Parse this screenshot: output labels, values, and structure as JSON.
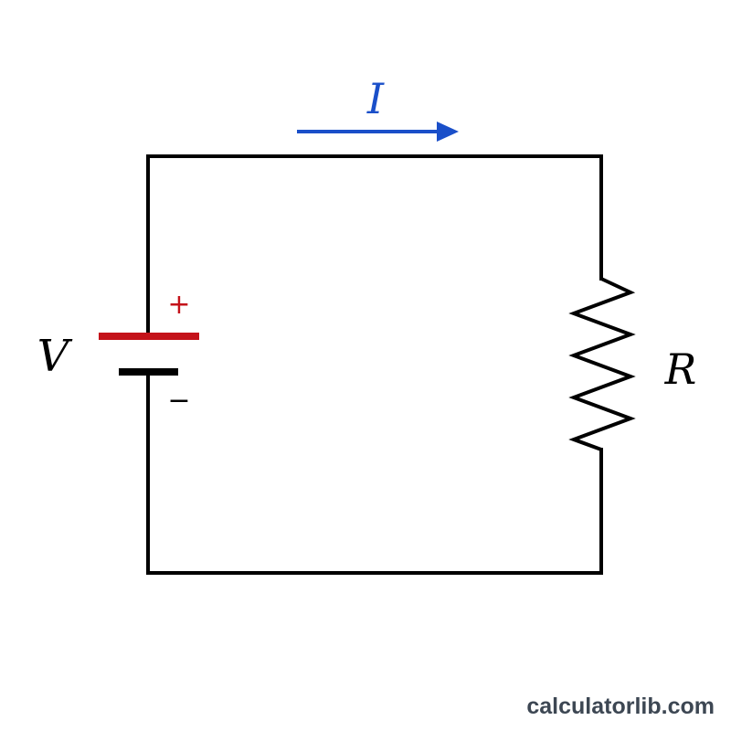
{
  "labels": {
    "current": "I",
    "voltage": "V",
    "resistance": "R",
    "plus_sign": "+",
    "minus_sign": "−"
  },
  "watermark": "calculatorlib.com",
  "colors": {
    "wire": "#000000",
    "positive_terminal": "#c4121a",
    "current_arrow": "#1a4fc9",
    "watermark": "#3d4753"
  }
}
